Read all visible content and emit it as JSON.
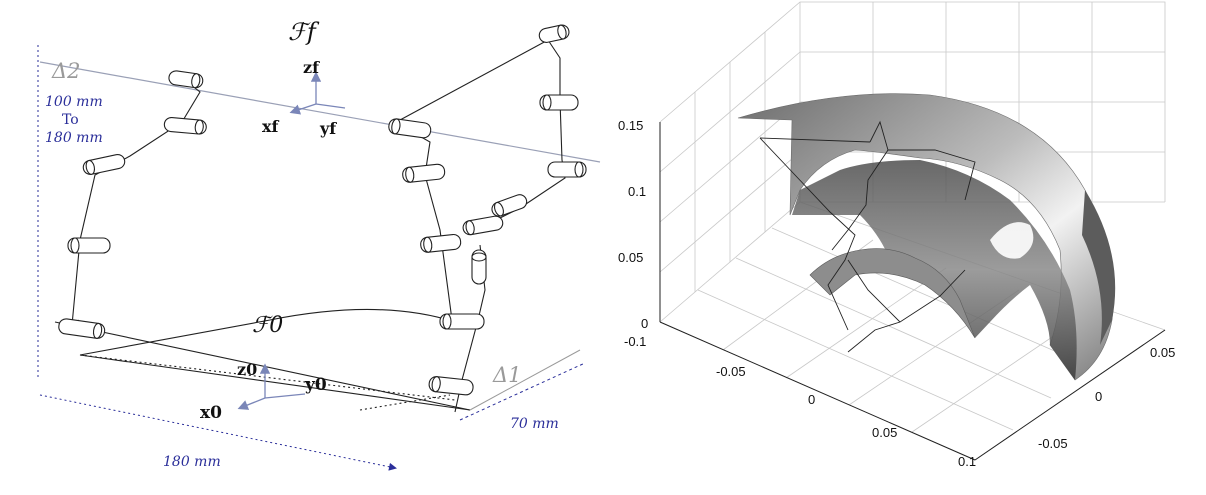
{
  "left_diagram": {
    "frame_final": "ℱf",
    "frame_base": "ℱ0",
    "axis_zf": "zf",
    "axis_xf": "xf",
    "axis_yf": "yf",
    "axis_z0": "z0",
    "axis_x0": "x0",
    "axis_y0": "y0",
    "delta2": "Δ2",
    "delta1": "Δ1",
    "dim_vertical_line1": "100 mm",
    "dim_vertical_line2": "To",
    "dim_vertical_line3": "180 mm",
    "dim_bottom": "180 mm",
    "dim_right": "70 mm",
    "colors": {
      "dimension_text": "#2b2f9a",
      "delta": "#9a9a9a",
      "lines": "#222222"
    }
  },
  "right_plot": {
    "z_ticks": [
      "0.15",
      "0.1",
      "0.05",
      "0"
    ],
    "x_ticks": [
      "-0.1",
      "-0.05",
      "0",
      "0.05",
      "0.1"
    ],
    "y_ticks": [
      "0.05",
      "0",
      "-0.05"
    ],
    "surface_color": "#9a9a9a",
    "grid": true
  }
}
